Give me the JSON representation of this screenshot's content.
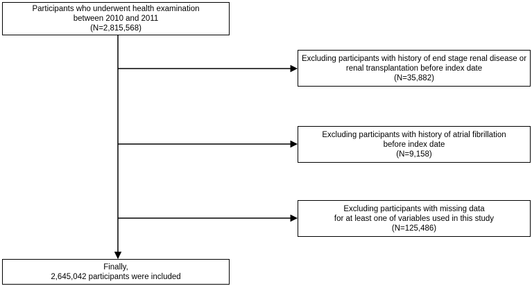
{
  "flowchart": {
    "start": {
      "lines": [
        "Participants who underwent health examination",
        "between 2010 and 2011",
        "(N=2,815,568)"
      ]
    },
    "exclusions": [
      {
        "lines": [
          "Excluding participants with history of end stage renal disease or",
          "renal transplantation before index date",
          "(N=35,882)"
        ]
      },
      {
        "lines": [
          "Excluding participants with history of atrial fibrillation",
          "before index date",
          "(N=9,158)"
        ]
      },
      {
        "lines": [
          "Excluding participants with missing data",
          "for at least one of variables used in this study",
          "(N=125,486)"
        ]
      }
    ],
    "final": {
      "lines": [
        "Finally,",
        "2,645,042 participants were included"
      ]
    }
  },
  "colors": {
    "line": "#000000",
    "box_border": "#000000",
    "background": "#ffffff"
  }
}
